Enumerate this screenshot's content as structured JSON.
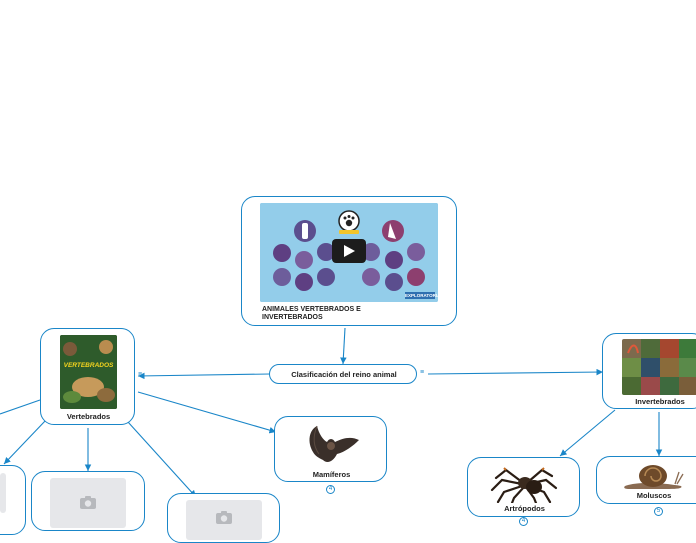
{
  "root": {
    "title": "ANIMALES VERTEBRADOS E INVERTEBRADOS",
    "video": {
      "brand": "EXPLORATORIA",
      "circle_colors": [
        "#5b4e8e",
        "#7a5d9c",
        "#5e3f82",
        "#8d3f6f",
        "#6d5d9b"
      ]
    }
  },
  "center": {
    "label": "Clasificación del reino animal"
  },
  "vertebrados": {
    "label": "Vertebrados",
    "image_text": "VERTEBRADOS"
  },
  "invertebrados": {
    "label": "Invertebrados"
  },
  "mamiferos": {
    "label": "Mamíferos",
    "badge": "4"
  },
  "artropodos": {
    "label": "Artrópodos",
    "badge": "4"
  },
  "moluscos": {
    "label": "Moluscos",
    "badge": "5"
  },
  "colors": {
    "accent": "#1a86c8"
  }
}
